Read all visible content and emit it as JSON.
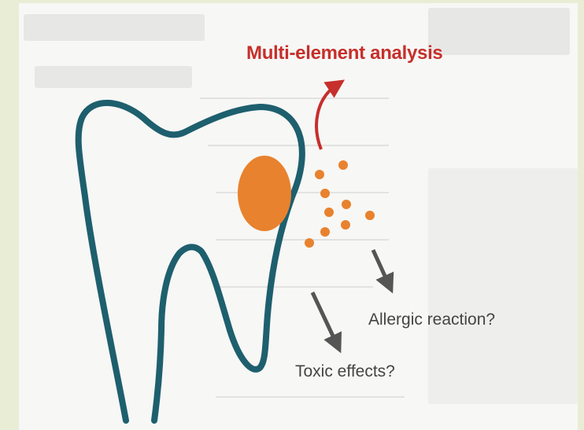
{
  "labels": {
    "title": "Multi-element analysis",
    "allergic": "Allergic reaction?",
    "toxic": "Toxic effects?"
  },
  "colors": {
    "tooth_outline": "#1e5f6e",
    "filling": "#e8822e",
    "particles": "#e8822e",
    "analysis_arrow": "#c62f2b",
    "effect_arrows": "#555555",
    "title_text": "#c62f2b",
    "body_text": "#444444"
  }
}
